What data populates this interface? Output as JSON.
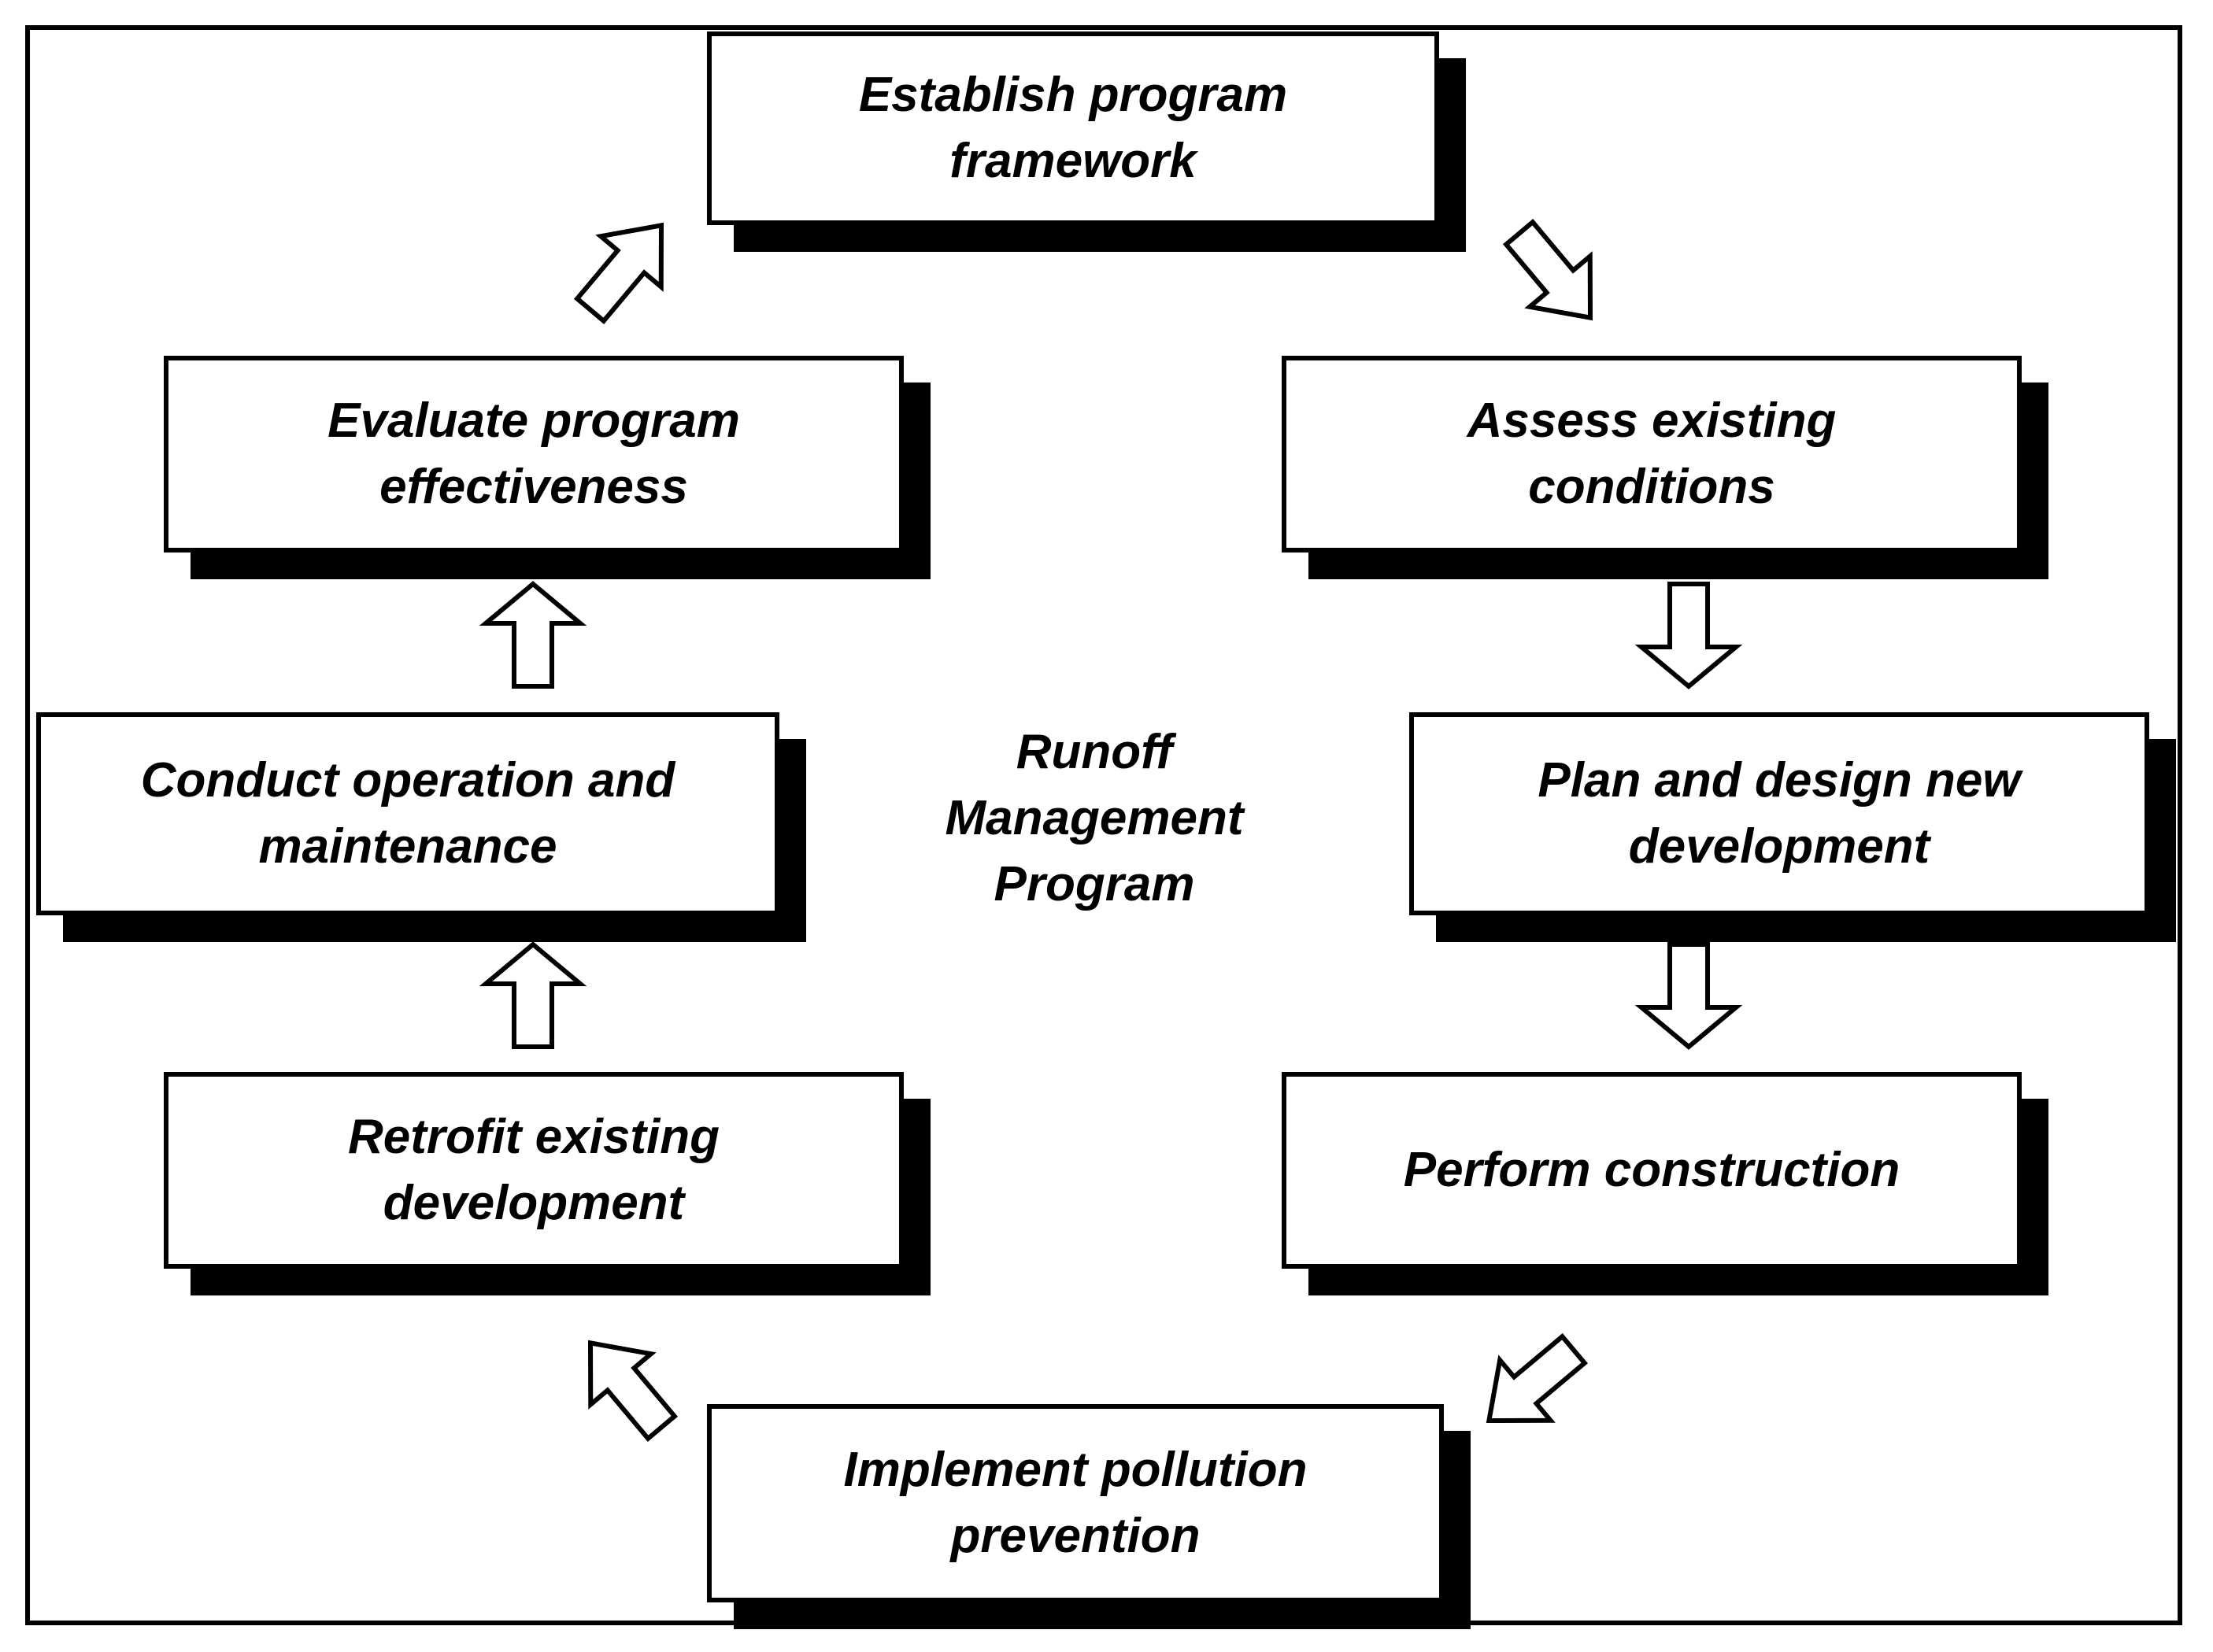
{
  "title": "Runoff\nManagement\nProgram",
  "steps": {
    "establish": "Establish program\nframework",
    "assess": "Assess existing\nconditions",
    "plan": "Plan and design new\ndevelopment",
    "construction": "Perform construction",
    "pollution": "Implement pollution\nprevention",
    "retrofit": "Retrofit existing\ndevelopment",
    "operation": "Conduct operation and\nmaintenance",
    "evaluate": "Evaluate program\neffectiveness"
  },
  "icons": [
    "block-arrow-icon"
  ]
}
